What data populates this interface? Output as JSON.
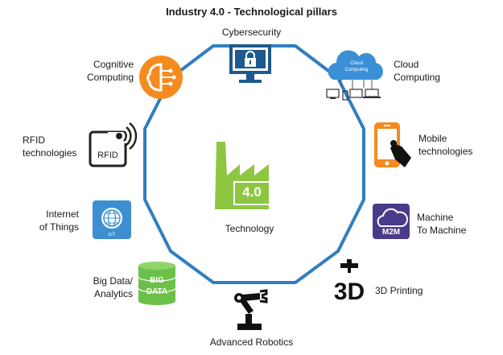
{
  "title": "Industry 4.0 - Technological pillars",
  "center": {
    "badge": "4.0",
    "label": "Technology"
  },
  "pillars": {
    "cybersecurity": {
      "lines": [
        "Cybersecurity"
      ],
      "icon": "monitor-lock-icon"
    },
    "cloud": {
      "lines": [
        "Cloud",
        "Computing"
      ],
      "icon": "cloud-computing-icon",
      "icon_text": [
        "Cloud",
        "Computing"
      ]
    },
    "mobile": {
      "lines": [
        "Mobile",
        "technologies"
      ],
      "icon": "smartphone-touch-icon"
    },
    "m2m": {
      "lines": [
        "Machine",
        "To Machine"
      ],
      "icon": "m2m-cloud-icon",
      "icon_text": "M2M"
    },
    "printing": {
      "lines": [
        "3D Printing"
      ],
      "icon": "3d-printer-icon",
      "icon_text": "3D"
    },
    "robotics": {
      "lines": [
        "Advanced Robotics"
      ],
      "icon": "robot-arm-icon"
    },
    "bigdata": {
      "lines": [
        "Big Data/",
        "Analytics"
      ],
      "icon": "database-icon",
      "icon_text": [
        "BIG",
        "DATA"
      ]
    },
    "iot": {
      "lines": [
        "Internet",
        "of Things"
      ],
      "icon": "iot-globe-icon",
      "icon_text": "IoT"
    },
    "rfid": {
      "lines": [
        "RFID",
        "technologies"
      ],
      "icon": "rfid-tag-icon",
      "icon_text": "RFID"
    },
    "cognitive": {
      "lines": [
        "Cognitive",
        "Computing"
      ],
      "icon": "brain-circuit-icon"
    }
  },
  "colors": {
    "octagon": "#2f7ec1",
    "factory": "#8dc641",
    "cyber": "#1e5a8c",
    "cloud": "#3a8fd6",
    "orange": "#f58b1f",
    "m2m": "#4a3a8a",
    "iot": "#3d8fd1",
    "bigdata": "#6cc04a"
  }
}
